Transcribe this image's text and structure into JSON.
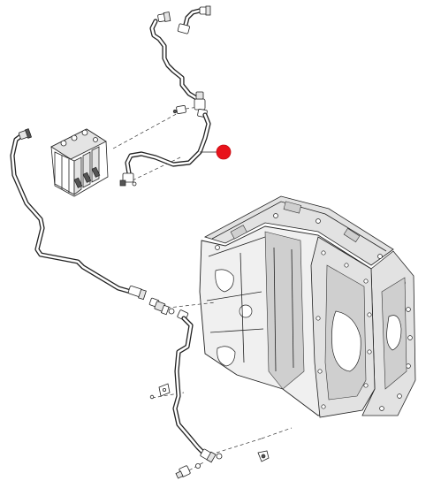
{
  "diagram": {
    "kind": "exploded-parts-view",
    "components": [
      "hydraulic-hose-upper",
      "hydraulic-hose-lower",
      "control-valve-block",
      "transmission-housing",
      "hose-fittings",
      "callout-marker"
    ]
  },
  "colors": {
    "line": "#222222",
    "callout": "#e8131b",
    "background": "#ffffff"
  }
}
